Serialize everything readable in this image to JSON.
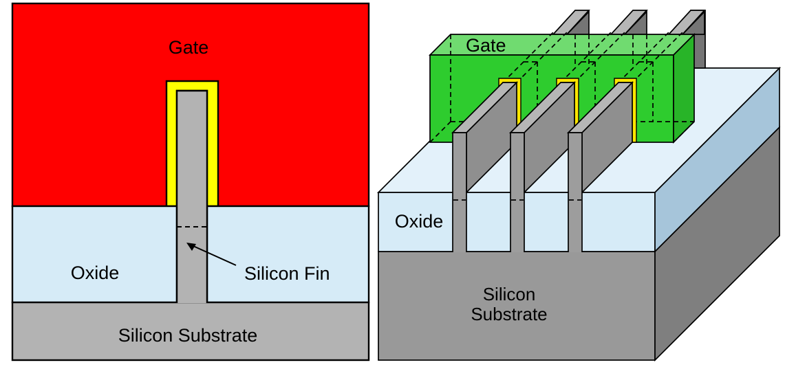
{
  "left_diagram": {
    "title_hint": "FinFET 2D cross-section",
    "gate_label": "Gate",
    "oxide_label": "Oxide",
    "fin_label": "Silicon Fin",
    "substrate_label": "Silicon Substrate"
  },
  "right_diagram": {
    "title_hint": "FinFET 3D view",
    "gate_label": "Gate",
    "oxide_label": "Oxide",
    "substrate_line1": "Silicon",
    "substrate_line2": "Substrate"
  },
  "colors": {
    "background": "#ffffff",
    "outline": "#000000",
    "gate_red": "#ff0000",
    "liner_yellow": "#ffff00",
    "liner_yellow_3d": "#ffe600",
    "silicon_gray": "#b3b3b3",
    "oxide_blue": "#d6ebf7",
    "oxide_top_blue": "#e3f1fa",
    "oxide_side_blue": "#a6c5da",
    "substrate_front_gray": "#999999",
    "substrate_side_gray": "#7f7f7f",
    "fin_front_gray": "#9d9d9d",
    "fin_side_gray": "#8f8f8f",
    "fin_top_gray": "#b6b6b6",
    "fin_back_gray": "#757575",
    "gate_green_front": "#2ecc2e",
    "gate_green_top": "#70db70",
    "gate_green_side": "#28b428"
  }
}
